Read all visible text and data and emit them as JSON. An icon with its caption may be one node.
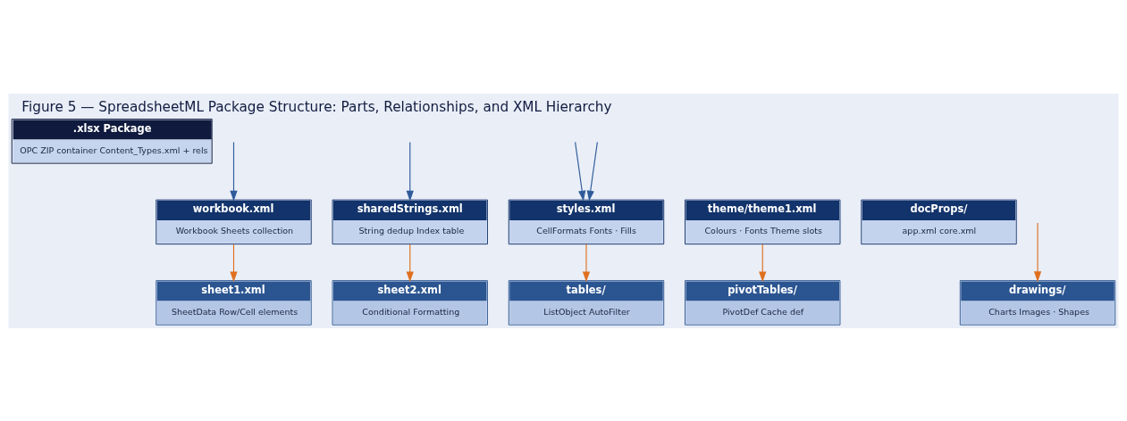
{
  "diagram": {
    "title": "Figure 5 — SpreadsheetML Package Structure: Parts, Relationships, and XML Hierarchy",
    "nodes": [
      {
        "text": [
          ".xlsx Package",
          "OPC ZIP container Content_Types.xml + rels"
        ]
      },
      {
        "text": [
          "workbook.xml",
          "Workbook Sheets collection"
        ]
      },
      {
        "text": [
          "sharedStrings.xml",
          "String dedup Index table"
        ]
      },
      {
        "text": [
          "styles.xml",
          "CellFormats Fonts · Fills"
        ]
      },
      {
        "text": [
          "theme/theme1.xml",
          "Colours · Fonts Theme slots"
        ]
      },
      {
        "text": [
          "docProps/",
          "app.xml core.xml"
        ]
      },
      {
        "text": [
          "sheet1.xml",
          "SheetData Row/Cell elements"
        ]
      },
      {
        "text": [
          "sheet2.xml",
          "Conditional Formatting"
        ]
      },
      {
        "text": [
          "drawings/",
          "Charts Images · Shapes"
        ]
      },
      {
        "text": [
          "tables/",
          "ListObject AutoFilter"
        ]
      },
      {
        "text": [
          "pivotTables/",
          "PivotDef Cache def"
        ]
      }
    ],
    "edges": [
      {
        "from": null,
        "to": 1,
        "arrow": "to",
        "color": "#2f5b9a"
      },
      {
        "from": null,
        "to": 2,
        "arrow": "to",
        "color": "#2f5b9a"
      },
      {
        "from": null,
        "to": 3,
        "arrow": "to",
        "color": "#2f5b9a"
      },
      {
        "from": null,
        "to": 3,
        "arrow": "to",
        "color": "#2f5b9a"
      },
      {
        "from": 1,
        "to": 6,
        "arrow": "to"
      },
      {
        "from": 2,
        "to": 7,
        "arrow": "to"
      },
      {
        "from": null,
        "to": 8,
        "arrow": "to"
      },
      {
        "from": 3,
        "to": 9,
        "arrow": "to"
      },
      {
        "from": 4,
        "to": 10,
        "arrow": "to"
      }
    ]
  }
}
